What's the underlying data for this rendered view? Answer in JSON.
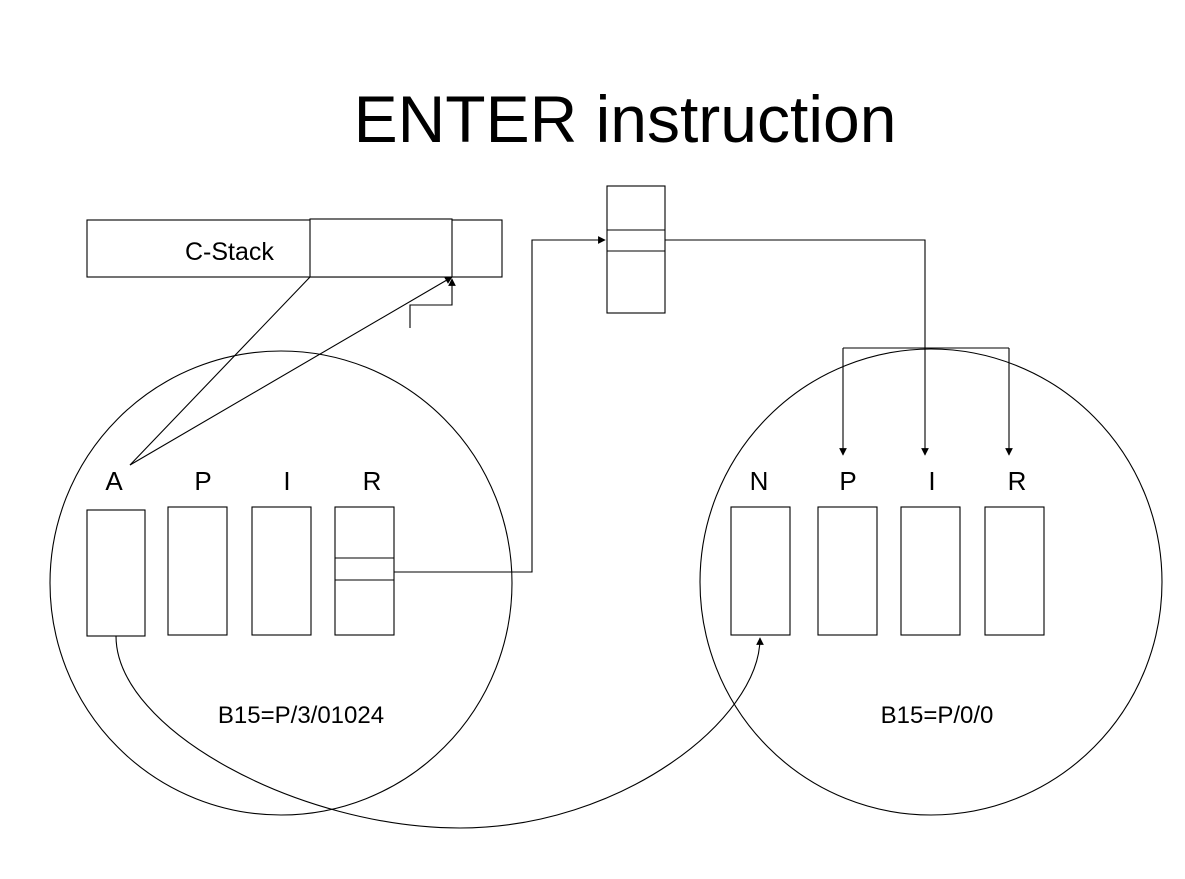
{
  "title": "ENTER instruction",
  "c_stack_label": "C-Stack",
  "left_frame": {
    "registers": [
      "A",
      "P",
      "I",
      "R"
    ],
    "b15": "B15=P/3/01024"
  },
  "right_frame": {
    "registers": [
      "N",
      "P",
      "I",
      "R"
    ],
    "b15": "B15=P/0/0"
  }
}
